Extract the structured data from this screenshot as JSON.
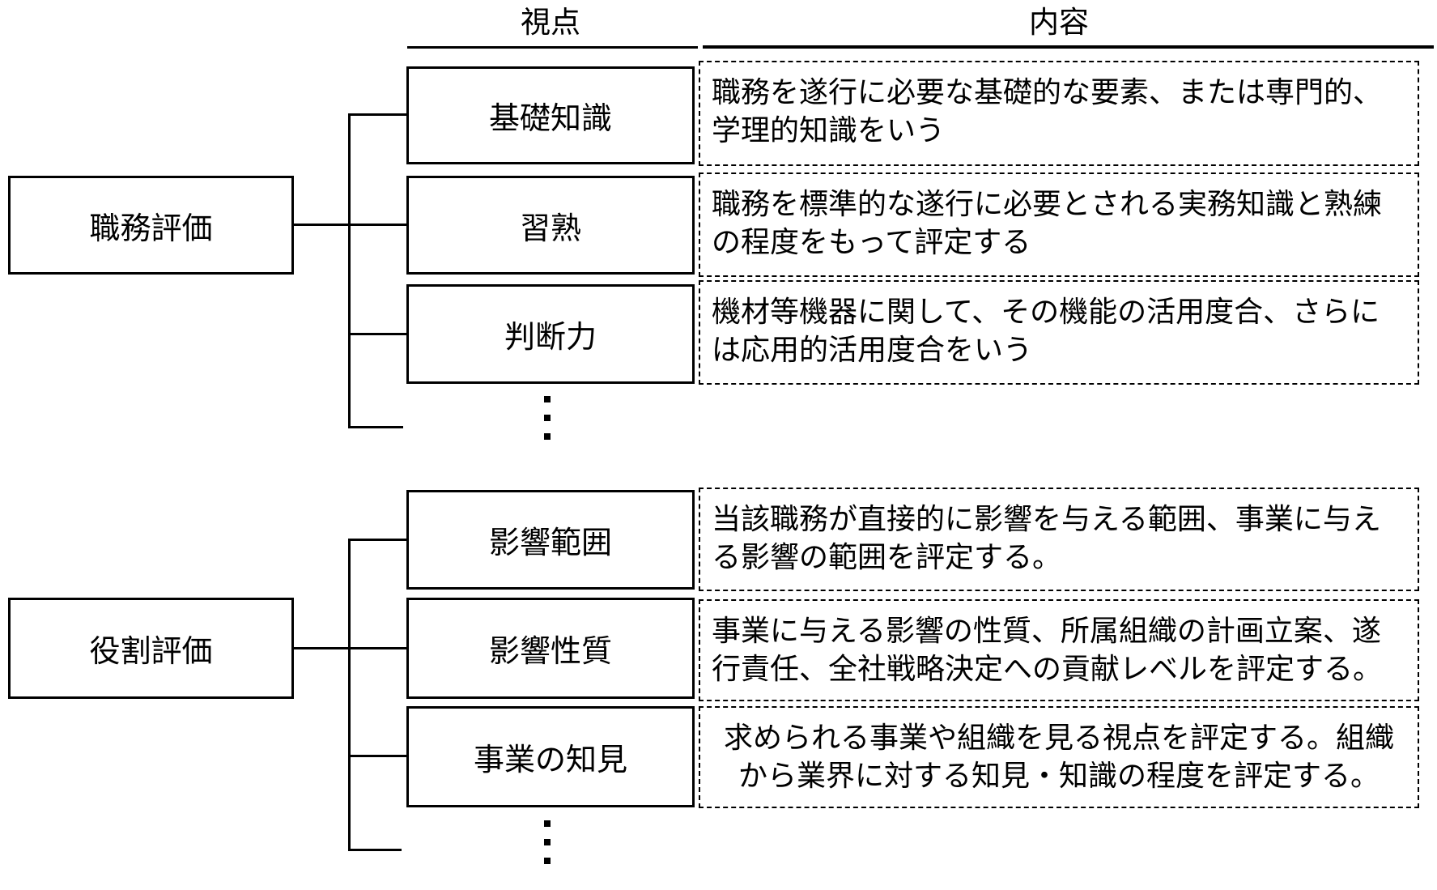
{
  "headers": {
    "viewpoint": "視点",
    "content": "内容"
  },
  "sections": [
    {
      "root": "職務評価",
      "rows": [
        {
          "label": "基礎知識",
          "desc": "職務を遂行に必要な基礎的な要素、または専門的、\n学理的知識をいう"
        },
        {
          "label": "習熟",
          "desc": "職務を標準的な遂行に必要とされる実務知識と熟練\nの程度をもって評定する"
        },
        {
          "label": "判断力",
          "desc": "機材等機器に関して、その機能の活用度合、さらに\nは応用的活用度合をいう"
        }
      ]
    },
    {
      "root": "役割評価",
      "rows": [
        {
          "label": "影響範囲",
          "desc": "当該職務が直接的に影響を与える範囲、事業に与え\nる影響の範囲を評定する。"
        },
        {
          "label": "影響性質",
          "desc": "事業に与える影響の性質、所属組織の計画立案、遂\n行責任、全社戦略決定への貢献レベルを評定する。"
        },
        {
          "label": "事業の知見",
          "desc": "求められる事業や組織を見る視点を評定する。組織\nから業界に対する知見・知識の程度を評定する。"
        }
      ]
    }
  ]
}
